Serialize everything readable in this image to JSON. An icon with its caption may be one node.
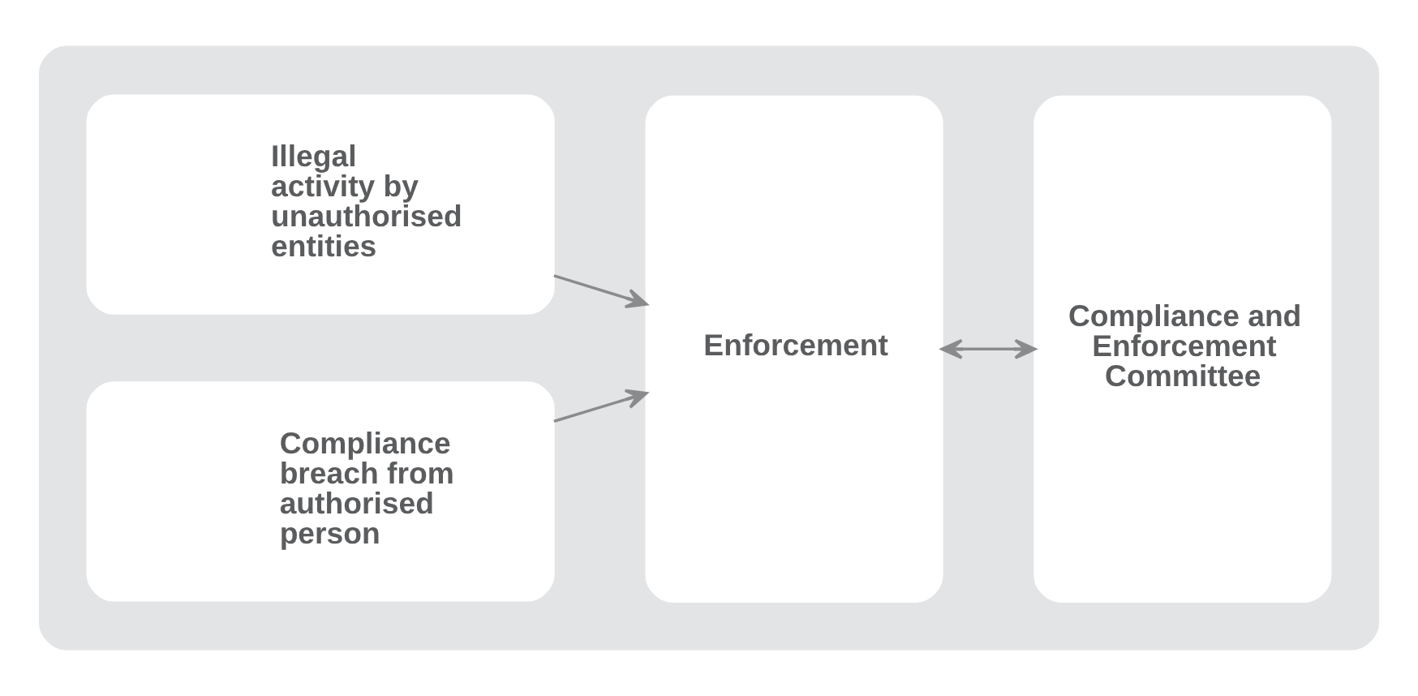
{
  "diagram": {
    "nodes": [
      {
        "text": [],
        "shape": "box"
      },
      {
        "text": [
          "Illegal activity by unauthorised entities"
        ],
        "in": 0
      },
      {
        "text": [
          "Compliance breach from authorised person"
        ],
        "in": 0
      },
      {
        "text": [
          "Enforcement"
        ],
        "in": 0
      },
      {
        "text": [
          "Compliance and Enforcement Committee"
        ],
        "in": 0
      }
    ],
    "edges": [
      {
        "from": 1,
        "to": 3,
        "arrow": "to"
      },
      {
        "from": 2,
        "to": 3,
        "arrow": "to"
      },
      {
        "from": 3,
        "to": 4,
        "arrow": "both"
      }
    ]
  }
}
